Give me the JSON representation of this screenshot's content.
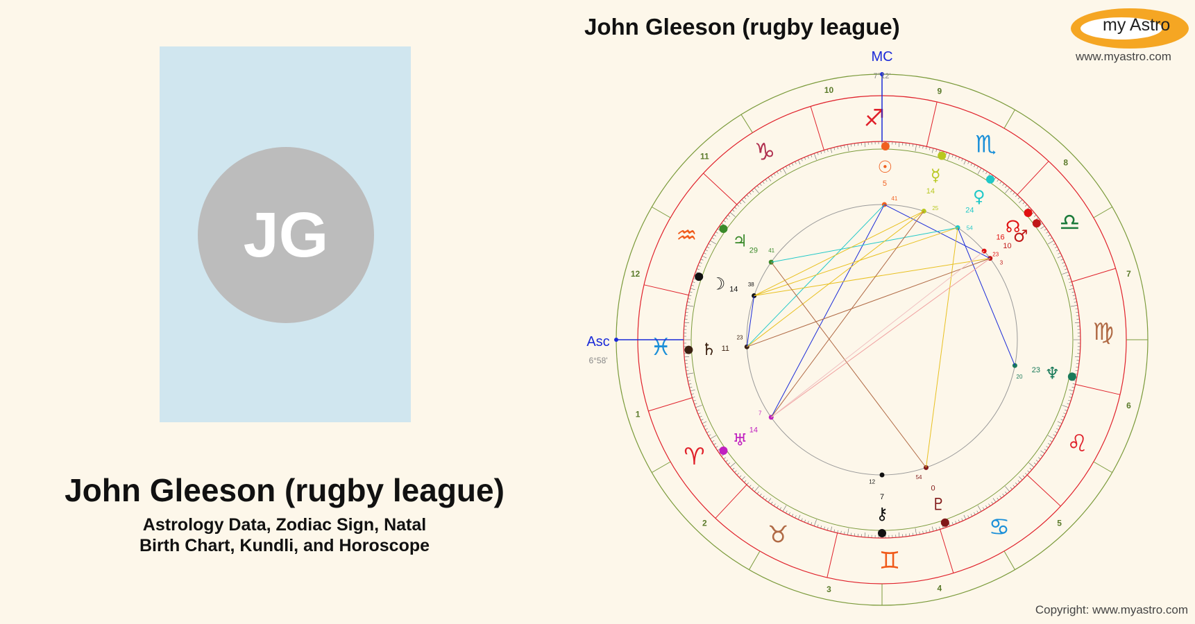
{
  "left": {
    "initials": "JG",
    "name": "John Gleeson (rugby league)",
    "subtitle_line1": "Astrology Data, Zodiac Sign, Natal",
    "subtitle_line2": "Birth Chart, Kundli, and Horoscope"
  },
  "header": {
    "chart_title": "John Gleeson (rugby league)",
    "logo_text": "my Astro",
    "logo_url": "www.myastro.com"
  },
  "footer": {
    "copyright": "Copyright: www.myastro.com"
  },
  "chart": {
    "mc_label": "MC",
    "mc_degree": "7°12'",
    "asc_label": "Asc",
    "asc_degree": "6°58'",
    "houses": [
      "1",
      "2",
      "3",
      "4",
      "5",
      "6",
      "7",
      "8",
      "9",
      "10",
      "11",
      "12"
    ],
    "signs": [
      {
        "name": "aries-sign",
        "glyph": "♈",
        "color": "#e0202a"
      },
      {
        "name": "taurus-sign",
        "glyph": "♉",
        "color": "#b06a45"
      },
      {
        "name": "gemini-sign",
        "glyph": "♊",
        "color": "#f05a1a"
      },
      {
        "name": "cancer-sign",
        "glyph": "♋",
        "color": "#1a8fd8"
      },
      {
        "name": "leo-sign",
        "glyph": "♌",
        "color": "#e0202a"
      },
      {
        "name": "virgo-sign",
        "glyph": "♍",
        "color": "#b06a45"
      },
      {
        "name": "libra-sign",
        "glyph": "♎",
        "color": "#1a7a3a"
      },
      {
        "name": "scorpio-sign",
        "glyph": "♏",
        "color": "#1a8fd8"
      },
      {
        "name": "sagittarius-sign",
        "glyph": "♐",
        "color": "#e0202a"
      },
      {
        "name": "capricorn-sign",
        "glyph": "♑",
        "color": "#b03050"
      },
      {
        "name": "aquarius-sign",
        "glyph": "♒",
        "color": "#f05a1a"
      },
      {
        "name": "pisces-sign",
        "glyph": "♓",
        "color": "#1a8fd8"
      }
    ],
    "planets": [
      {
        "name": "sun",
        "glyph": "☉",
        "deg": "5",
        "min": "41",
        "color": "#f06020"
      },
      {
        "name": "mercury",
        "glyph": "☿",
        "deg": "14",
        "min": "25",
        "color": "#b8c820"
      },
      {
        "name": "venus",
        "glyph": "♀",
        "deg": "24",
        "min": "54",
        "color": "#20c8c8"
      },
      {
        "name": "node",
        "glyph": "☊",
        "deg": "16",
        "min": "23",
        "color": "#e01010"
      },
      {
        "name": "mars",
        "glyph": "♂",
        "deg": "10",
        "min": "3",
        "color": "#c01818"
      },
      {
        "name": "jupiter",
        "glyph": "♃",
        "deg": "29",
        "min": "41",
        "color": "#3a8a2a"
      },
      {
        "name": "moon",
        "glyph": "☽",
        "deg": "14",
        "min": "38",
        "color": "#111111"
      },
      {
        "name": "saturn",
        "glyph": "♄",
        "deg": "11",
        "min": "23",
        "color": "#3a2010"
      },
      {
        "name": "uranus",
        "glyph": "♅",
        "deg": "14",
        "min": "7",
        "color": "#c020c0"
      },
      {
        "name": "chiron",
        "glyph": "⚷",
        "deg": "7",
        "min": "12",
        "color": "#111111"
      },
      {
        "name": "pluto",
        "glyph": "♇",
        "deg": "0",
        "min": "54",
        "color": "#801818"
      },
      {
        "name": "neptune",
        "glyph": "♆",
        "deg": "23",
        "min": "20",
        "color": "#1a7a5a"
      }
    ],
    "colors": {
      "outer_ring": "#7a9a3a",
      "sign_ring": "#e0202a",
      "mc_asc": "#1a2ad8"
    }
  }
}
